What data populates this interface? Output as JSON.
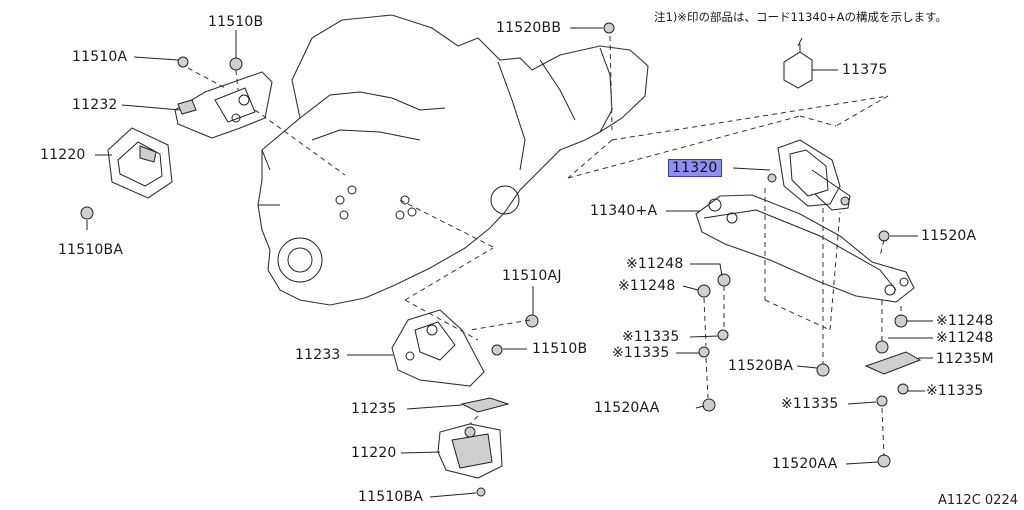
{
  "header_note": "注1)※印の部品は、コード11340+Aの構成を示します。",
  "figure_code": "A112C 0224",
  "highlight_color": "#8d8df2",
  "parts": {
    "p11510B_top": "11510B",
    "p11510A": "11510A",
    "p11232": "11232",
    "p11220_left": "11220",
    "p11510BA_left": "11510BA",
    "p11520BB": "11520BB",
    "p11375": "11375",
    "p11320": "11320",
    "p11340A": "11340+A",
    "p11520A": "11520A",
    "p11248_a": "※11248",
    "p11248_b": "※11248",
    "p11510AJ": "11510AJ",
    "p11510B_mid": "11510B",
    "p11233": "11233",
    "p11335_a": "※11335",
    "p11335_b": "※11335",
    "p11520BA": "11520BA",
    "p11248_c": "※11248",
    "p11248_d": "※11248",
    "p11235M": "11235M",
    "p11235": "11235",
    "p11520AA_mid": "11520AA",
    "p11335_c": "※11335",
    "p11335_d": "※11335",
    "p11220_bottom": "11220",
    "p11520AA_right": "11520AA",
    "p11510BA_bottom": "11510BA"
  }
}
